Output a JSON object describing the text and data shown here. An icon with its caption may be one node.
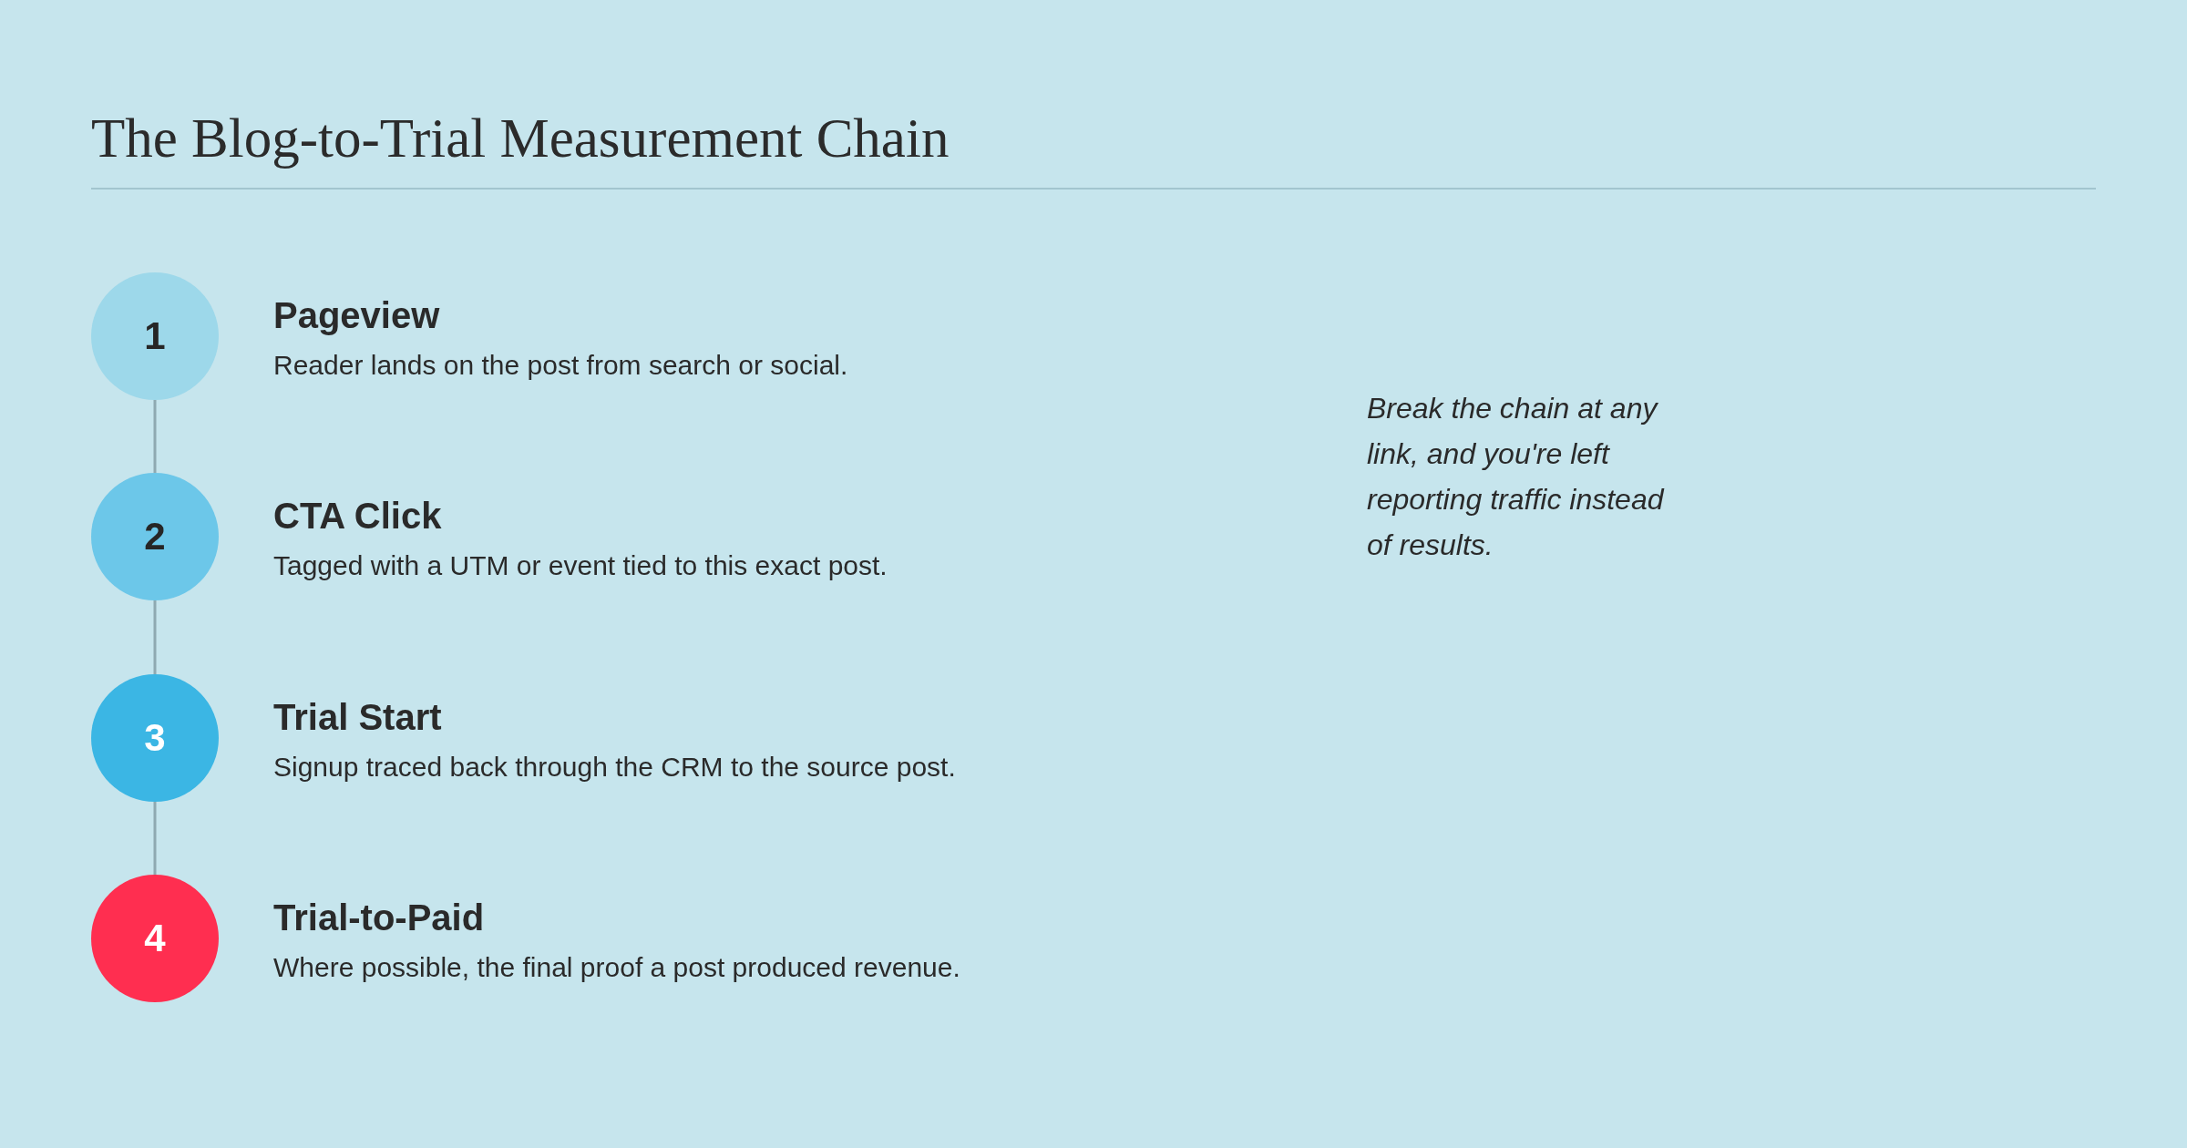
{
  "diagram": {
    "title": "The Blog-to-Trial Measurement Chain",
    "nodes": [
      {
        "text": [
          "1"
        ],
        "beside": [
          "Pageview",
          "Reader lands on the post from search or social."
        ]
      },
      {
        "text": [
          "2"
        ],
        "beside": [
          "CTA Click",
          "Tagged with a UTM or event tied to this exact post."
        ]
      },
      {
        "text": [
          "3"
        ],
        "beside": [
          "Trial Start",
          "Signup traced back through the CRM to the source post."
        ]
      },
      {
        "text": [
          "4"
        ],
        "beside": [
          "Trial-to-Paid",
          "Where possible, the final proof a post produced revenue."
        ]
      }
    ],
    "edges": [
      {
        "from": 0,
        "to": 1,
        "arrow": "none"
      },
      {
        "from": 1,
        "to": 2,
        "arrow": "none"
      },
      {
        "from": 2,
        "to": 3,
        "arrow": "none"
      }
    ],
    "labels": [
      "Break the chain at any link, and you're left reporting traffic instead of results."
    ]
  }
}
